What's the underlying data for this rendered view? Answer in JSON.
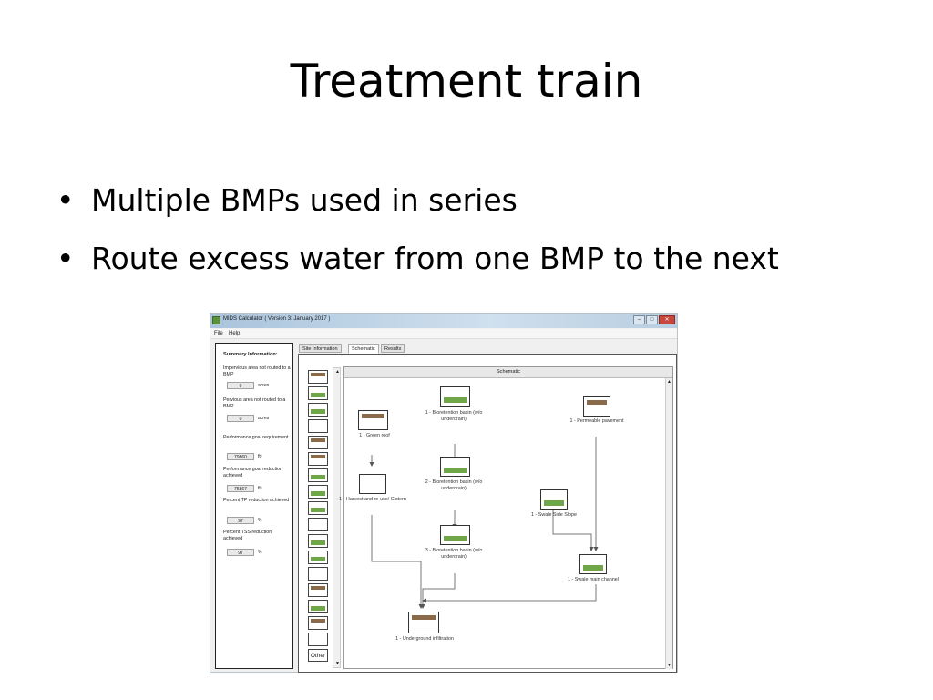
{
  "slide": {
    "title": "Treatment train",
    "bullets": [
      "Multiple BMPs used in series",
      "Route excess water from one BMP to the next"
    ]
  },
  "window": {
    "title": "MIDS Calculator ( Version 3: January 2017 )",
    "controls": [
      "–",
      "□",
      "✕"
    ],
    "menu": [
      "File",
      "Help"
    ]
  },
  "summary": {
    "title": "Summary Information:",
    "impervious_label": "Impervious area not routed to a BMP",
    "impervious_value": "0",
    "impervious_unit": "acres",
    "pervious_label": "Pervious area not routed to a BMP",
    "pervious_value": "0",
    "pervious_unit": "acres",
    "goal_req_label": "Performance goal requirement",
    "goal_req_value": "79860",
    "goal_req_unit": "ft³",
    "goal_ach_label": "Performance goal reduction achieved",
    "goal_ach_value": "75867",
    "goal_ach_unit": "ft³",
    "tp_label": "Percent TP reduction achieved",
    "tp_value": "97",
    "tp_unit": "%",
    "tss_label": "Percent TSS reduction achieved",
    "tss_value": "97",
    "tss_unit": "%"
  },
  "tabs": [
    "Site Information",
    "Schematic",
    "Results"
  ],
  "active_tab": "Schematic",
  "palette": {
    "other_label": "Other"
  },
  "schematic": {
    "header": "Schematic",
    "nodes": {
      "green_roof": "1 - Green roof",
      "bioret1": "1 - Bioretention basin (w/o underdrain)",
      "bioret2": "2 - Bioretention basin (w/o underdrain)",
      "bioret3": "3 - Bioretention basin (w/o underdrain)",
      "harvest": "1 - Harvest and re-use/ Cistern",
      "permeable": "1 - Permeable pavement",
      "swale_side": "1 - Swale Side Slope",
      "swale_main": "1 - Swale main channel",
      "underground": "1 - Underground infiltration"
    }
  }
}
